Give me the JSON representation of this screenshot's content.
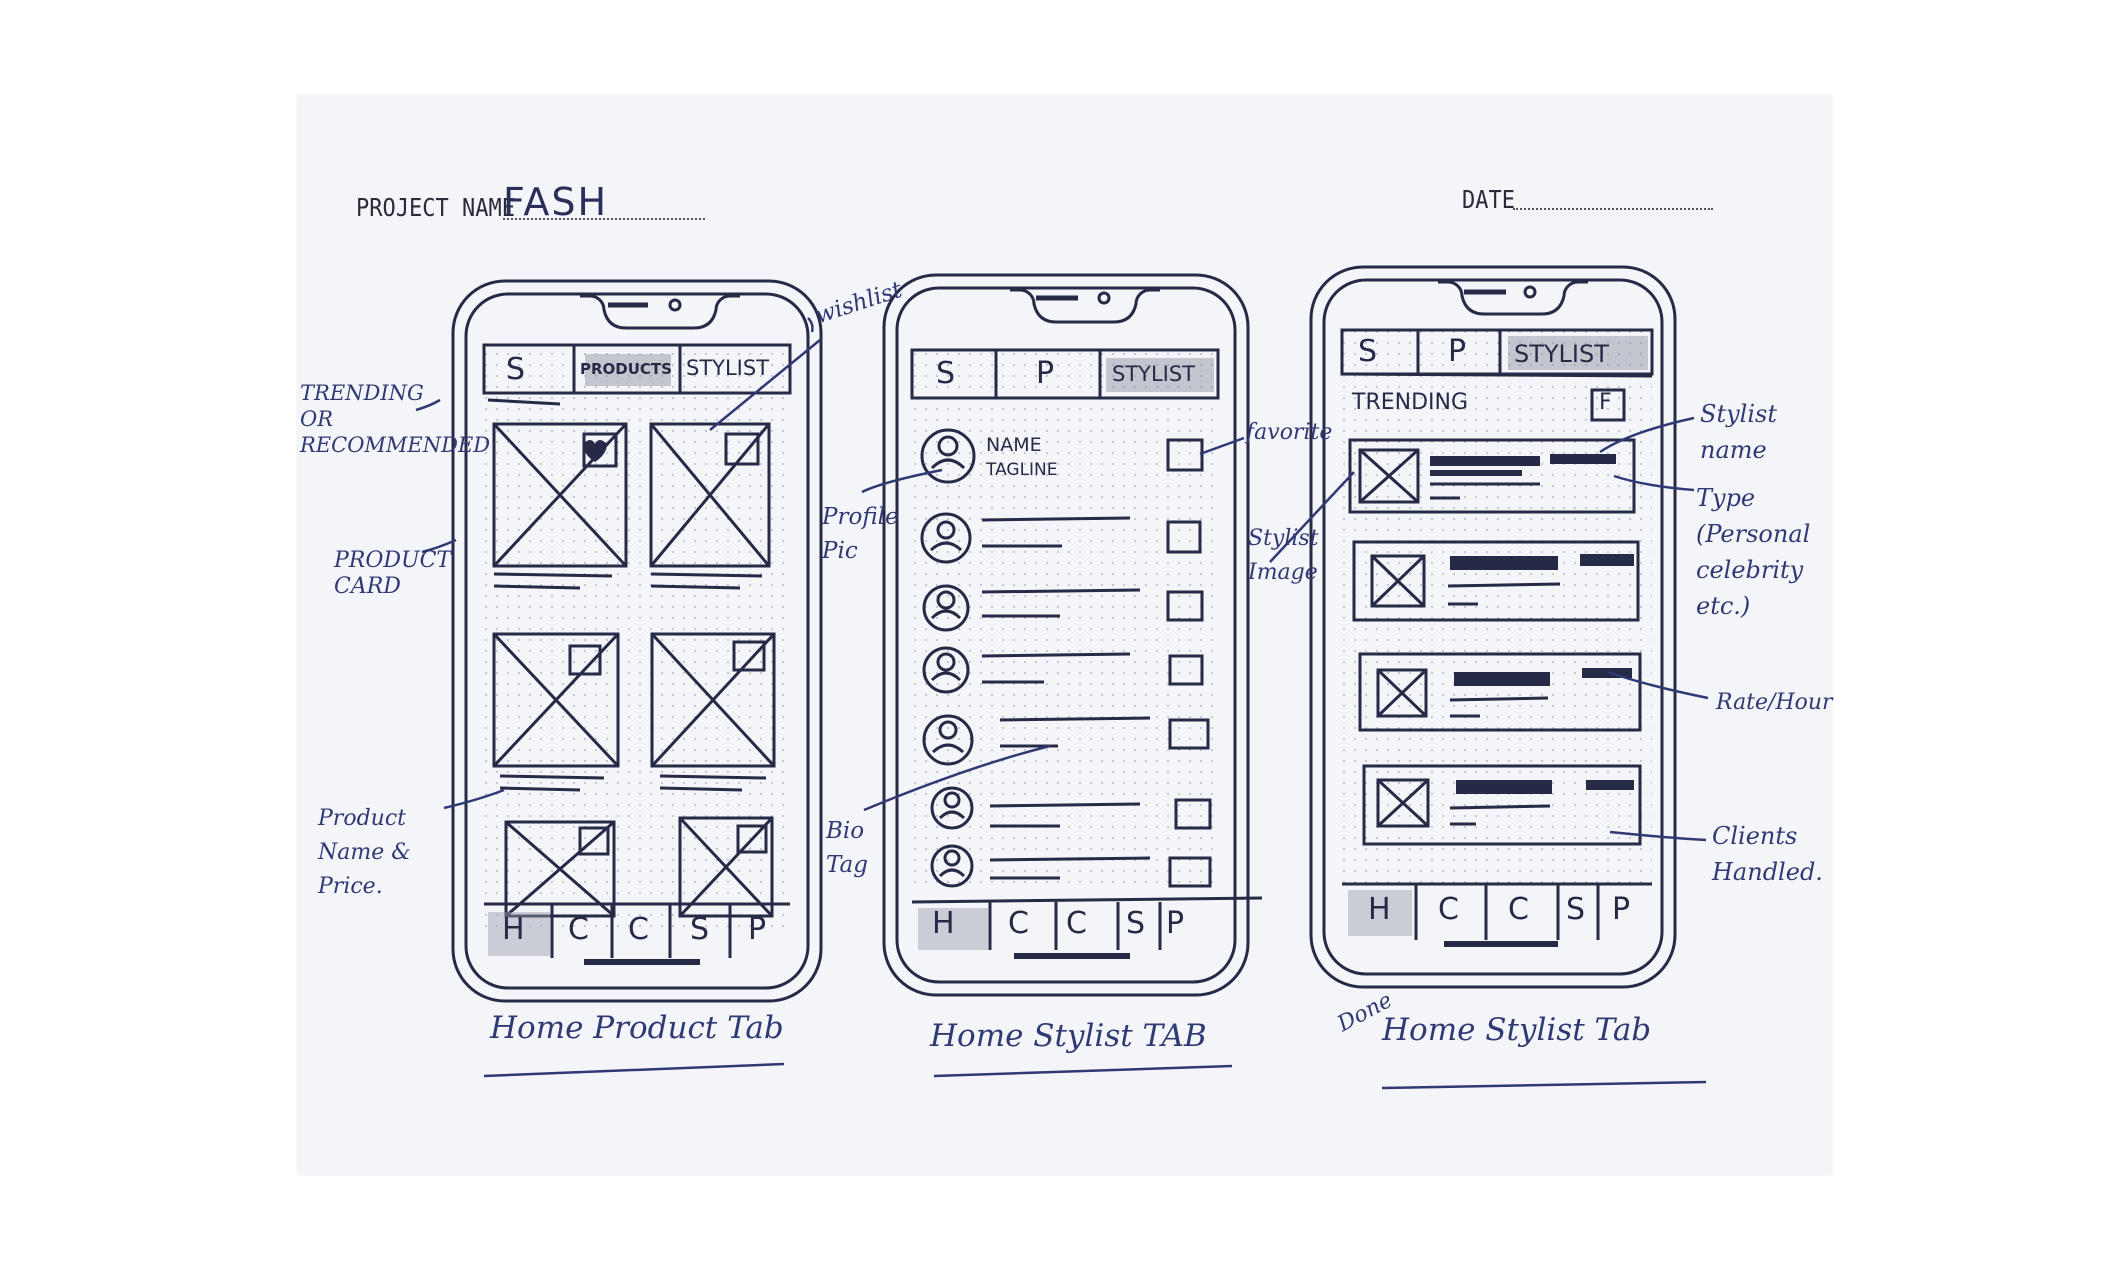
{
  "header": {
    "project_label": "PROJECT NAME",
    "project_value": "FASH",
    "date_label": "DATE"
  },
  "phone1": {
    "tabs": [
      "S",
      "PRODUCTS",
      "STYLIST"
    ],
    "nav": [
      "H",
      "C",
      "C",
      "S",
      "P"
    ],
    "caption": "Home Product Tab"
  },
  "phone2": {
    "tabs": [
      "S",
      "P",
      "STYLIST"
    ],
    "first_name": "NAME",
    "first_tagline": "TAGLINE",
    "nav": [
      "H",
      "C",
      "C",
      "S",
      "P"
    ],
    "caption": "Home Stylist TAB"
  },
  "phone3": {
    "tabs": [
      "S",
      "P",
      "STYLIST"
    ],
    "trending": "TRENDING",
    "filter": "F",
    "nav": [
      "H",
      "C",
      "C",
      "S",
      "P"
    ],
    "caption": "Home Stylist Tab",
    "done": "Done"
  },
  "annotations": {
    "trending": "TRENDING OR RECOMMENDED",
    "product_card": "PRODUCT CARD",
    "product_name": "Product Name & Price.",
    "wishlist": "wishlist",
    "profile_pic": "Profile Pic",
    "bio": "Bio Tag",
    "favorite": "favorite",
    "stylist_image": "Stylist Image",
    "stylist_name": "Stylist name",
    "type": "Type (Personal celebrity etc.)",
    "rate": "Rate/Hour",
    "clients": "Clients Handled."
  },
  "colors": {
    "ink": "#262a46",
    "pen": "#2f3a74",
    "paper": "#f4f5f9"
  }
}
